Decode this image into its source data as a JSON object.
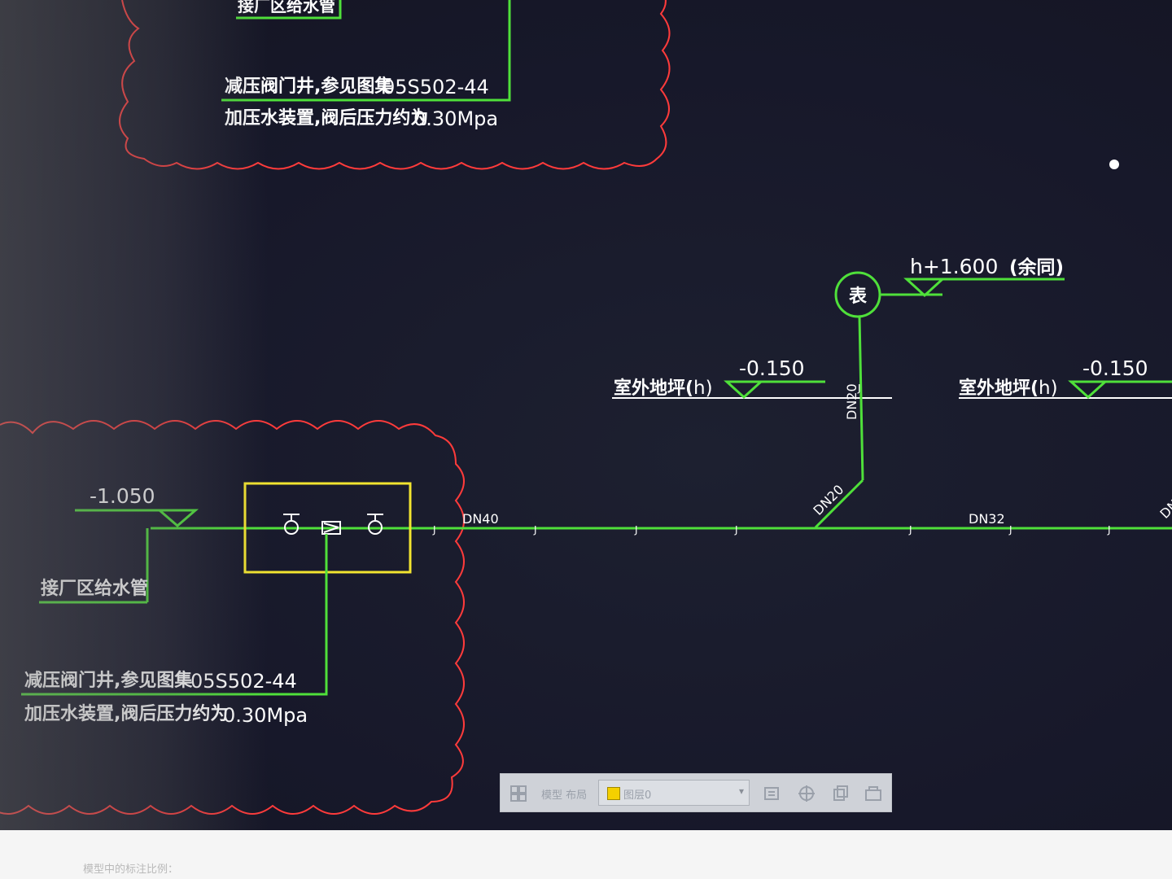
{
  "colors": {
    "pipe": "#4fe03a",
    "cloud": "#ff3b3b",
    "box": "#f2e430",
    "text": "#ffffff",
    "screen_bg": "#17182a"
  },
  "top_block": {
    "truncated_label": "接厂区给水管",
    "note_line1": "减压阀门井,参见图集",
    "note_code": "05S502-44",
    "note_line2": "加压水装置,阀后压力约为",
    "note_pressure": "0.30Mpa"
  },
  "elevations": {
    "top_right": "h+1.600",
    "top_right_note": "(余同)",
    "ground_left_label": "室外地坪(",
    "ground_left_h": "h)",
    "ground_left_value": "-0.150",
    "ground_right_label": "室外地坪(",
    "ground_right_h": "h)",
    "ground_right_value": "-0.150",
    "inlet_value": "-1.050"
  },
  "pipes": {
    "dn_main_left": "DN40",
    "dn_riser_vertical": "DN20",
    "dn_riser_diag": "DN20",
    "dn_main_right": "DN32",
    "dn_edge": "DN",
    "joint_mark": "J"
  },
  "meter": {
    "label": "表"
  },
  "bottom_block": {
    "supply_label": "接厂区给水管",
    "note_line1": "减压阀门井,参见图集",
    "note_code": "05S502-44",
    "note_line2": "加压水装置,阀后压力约为",
    "note_pressure": "0.30Mpa"
  },
  "toolbar": {
    "label": "模型 布局",
    "layer_name": "图层0",
    "dropdown_arrow": "▾",
    "icons": [
      "layers-icon",
      "layer-properties-icon",
      "match-layer-icon",
      "copy-layer-icon",
      "layer-state-icon"
    ]
  },
  "status_bar": {
    "text": "模型中的标注比例："
  }
}
